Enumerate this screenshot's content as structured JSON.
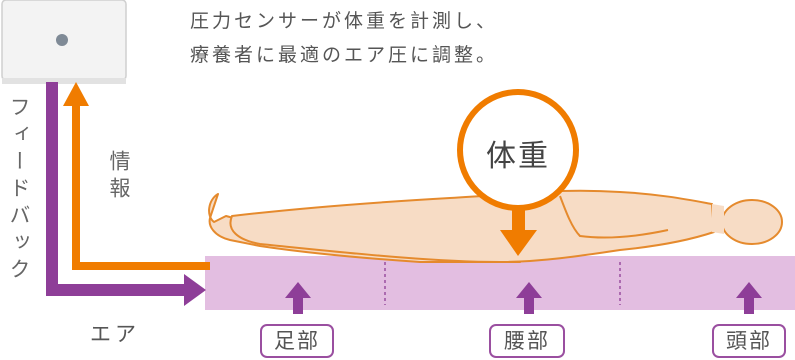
{
  "caption": {
    "line1": "圧力センサーが体重を計測し、",
    "line2": "療養者に最適のエア圧に調整。"
  },
  "labels": {
    "feedback": "フィードバック",
    "info": "情報",
    "air": "エア",
    "weight": "体重"
  },
  "zones": [
    {
      "label": "足部"
    },
    {
      "label": "腰部"
    },
    {
      "label": "頭部"
    }
  ],
  "colors": {
    "feedback_arrow": "#f07c00",
    "air_arrow": "#8e3e98",
    "mattress": "#e3bee1",
    "body_fill": "#f7dcc5",
    "body_outline": "#e58a2d",
    "zone_border": "#9a4fa0",
    "weight_circle": "#f07c00"
  },
  "icons": {
    "control_unit": "control-unit-icon",
    "pressure_arrow": "arrow-down-icon",
    "air_push": "arrow-up-icon"
  }
}
